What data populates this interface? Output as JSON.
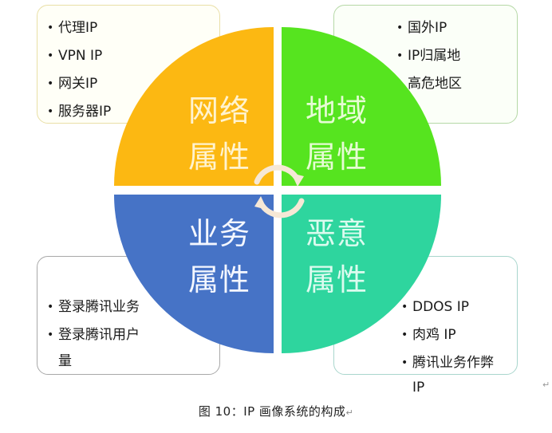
{
  "diagram": {
    "quadrants": [
      {
        "id": "network",
        "label_line1": "网络",
        "label_line2": "属性",
        "color": "#fcb812"
      },
      {
        "id": "geo",
        "label_line1": "地域",
        "label_line2": "属性",
        "color": "#56e41f"
      },
      {
        "id": "business",
        "label_line1": "业务",
        "label_line2": "属性",
        "color": "#4673c6"
      },
      {
        "id": "malicious",
        "label_line1": "恶意",
        "label_line2": "属性",
        "color": "#2ed59e"
      }
    ],
    "boxes": {
      "network": [
        "代理IP",
        "VPN IP",
        "网关IP",
        "服务器IP"
      ],
      "geo": [
        "国外IP",
        "IP归属地",
        "高危地区"
      ],
      "business": [
        "登录腾讯业务",
        "登录腾讯用户",
        "量"
      ],
      "malicious": [
        "DDOS IP",
        "肉鸡 IP",
        "腾讯业务作弊",
        "IP"
      ]
    },
    "center_icon": "cycle-arrows-icon"
  },
  "caption": "图 10：IP 画像系统的构成",
  "paragraph_mark": "↵"
}
